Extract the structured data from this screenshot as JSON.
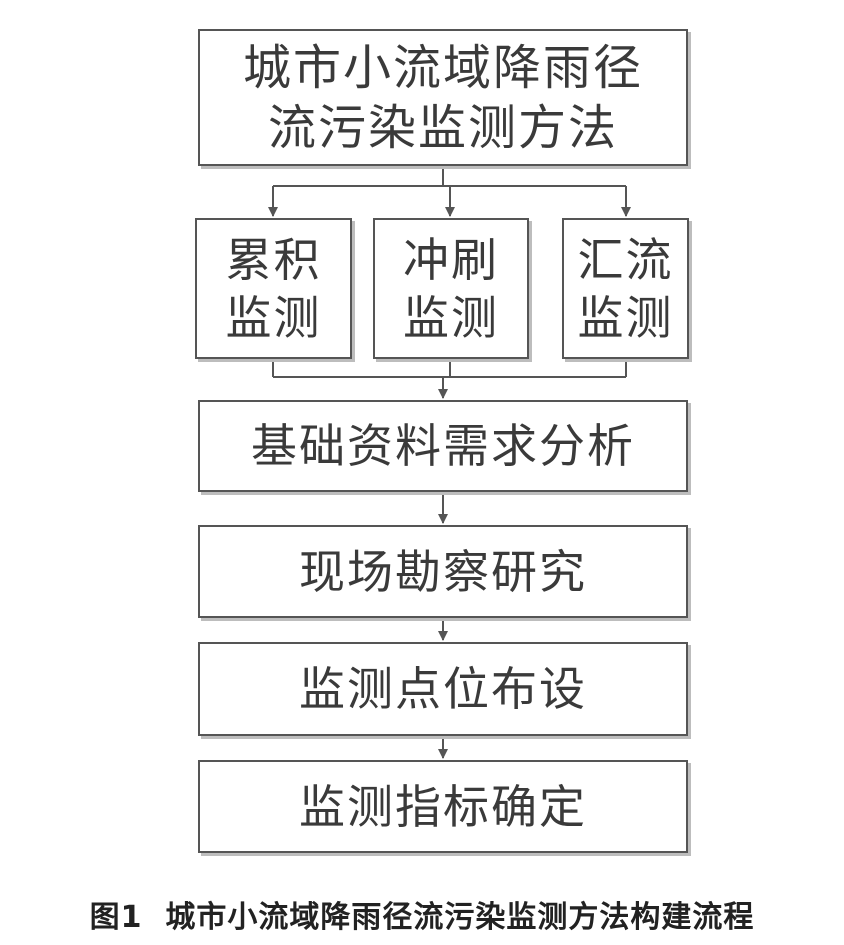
{
  "flowchart": {
    "title_box": "城市小流域降雨径流污染监测方法",
    "branches": [
      "累积监测",
      "冲刷监测",
      "汇流监测"
    ],
    "steps": [
      "基础资料需求分析",
      "现场勘察研究",
      "监测点位布设",
      "监测指标确定"
    ]
  },
  "caption": {
    "label": "图1",
    "text": "城市小流域降雨径流污染监测方法构建流程"
  },
  "colors": {
    "border": "#555555",
    "shadow": "#bdbdbd",
    "text": "#3a3a3a"
  }
}
